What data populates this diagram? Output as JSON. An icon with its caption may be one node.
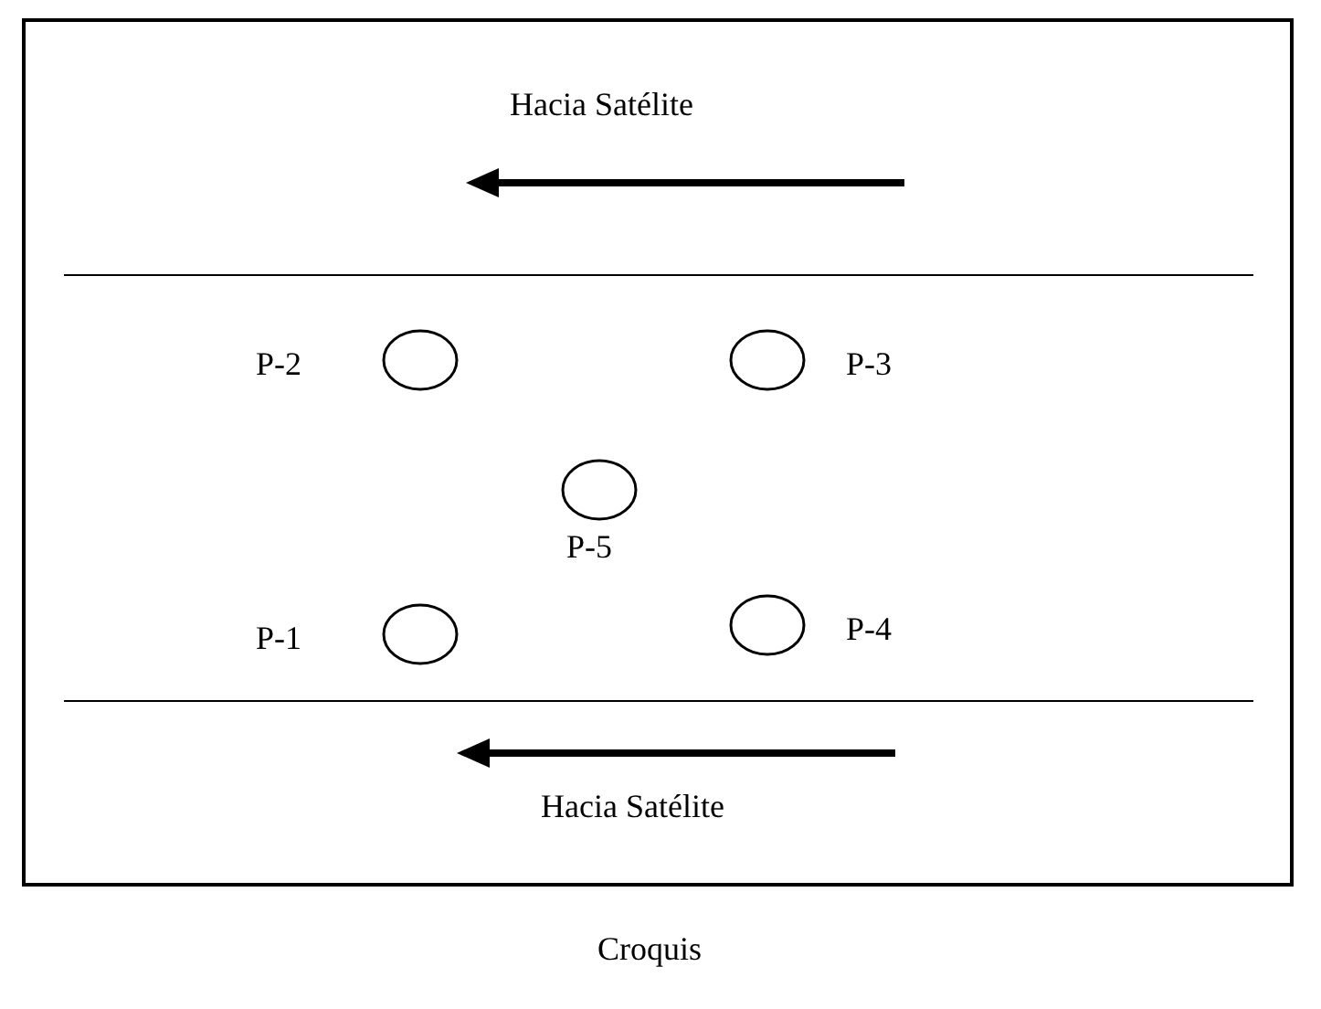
{
  "diagram": {
    "caption": "Croquis",
    "nodes": [
      {
        "text": [],
        "shape": "circle",
        "beside": [
          "P-2"
        ]
      },
      {
        "text": [],
        "shape": "circle",
        "beside": [
          "P-3"
        ]
      },
      {
        "text": [],
        "shape": "circle",
        "beside": [
          "P-5"
        ]
      },
      {
        "text": [],
        "shape": "circle",
        "beside": [
          "P-1"
        ]
      },
      {
        "text": [],
        "shape": "circle",
        "beside": [
          "P-4"
        ]
      }
    ],
    "labels": [
      "Hacia Satélite",
      "Hacia Satélite"
    ]
  }
}
